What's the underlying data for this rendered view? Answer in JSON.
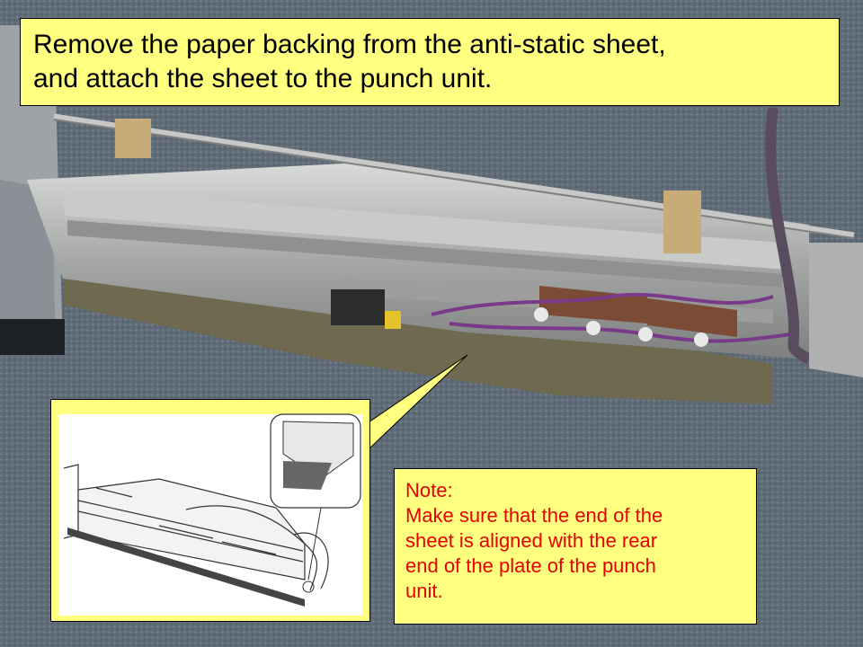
{
  "title": {
    "line1": "Remove the paper backing from the anti-static sheet,",
    "line2": "and attach the sheet to the punch unit."
  },
  "note": {
    "heading": "Note:",
    "lines": [
      "Make sure that the end of the",
      "sheet is aligned with the rear",
      "end of the plate of the punch",
      "unit."
    ]
  },
  "colors": {
    "callout_fill": "#ffff80",
    "note_text": "#e60000",
    "carpet": "#5a6672",
    "metal": "#b7b9b7",
    "anti_static_sheet": "#6e6a4e",
    "wire": "#7a3a8a"
  }
}
